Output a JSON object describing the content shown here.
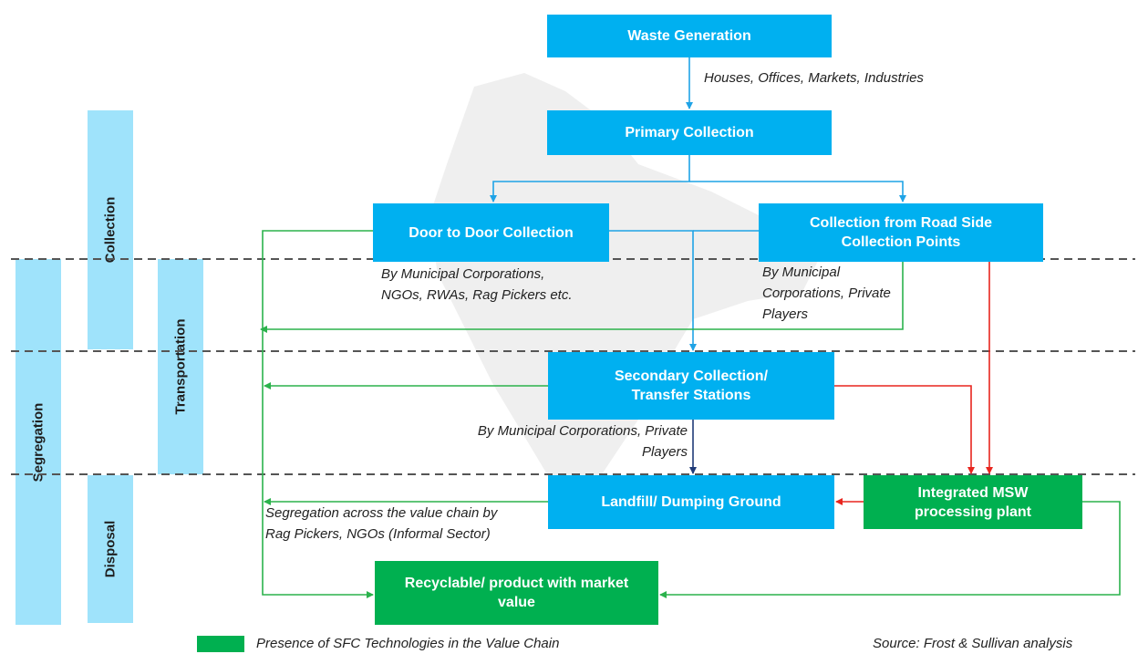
{
  "stages": {
    "collection": "Collection",
    "transportation": "Transportation",
    "segregation": "Segregation",
    "disposal": "Disposal"
  },
  "nodes": {
    "waste_generation": "Waste Generation",
    "primary_collection": "Primary Collection",
    "door_to_door": "Door to Door Collection",
    "road_side": "Collection from Road Side\nCollection Points",
    "secondary": "Secondary Collection/\nTransfer Stations",
    "landfill": "Landfill/ Dumping Ground",
    "msw_plant": "Integrated MSW\nprocessing plant",
    "recyclable": "Recyclable/ product with market\nvalue"
  },
  "notes": {
    "sources": "Houses, Offices, Markets, Industries",
    "door_to_door_by": "By Municipal Corporations,\nNGOs, RWAs, Rag Pickers etc.",
    "road_side_by": "By Municipal\nCorporations, Private\nPlayers",
    "secondary_by": "By Municipal Corporations, Private\nPlayers",
    "segregation_note": "Segregation across the value chain by\nRag Pickers, NGOs (Informal Sector)"
  },
  "legend": {
    "label": "Presence of SFC Technologies in the Value Chain",
    "color": "#00b050"
  },
  "source": "Source: Frost & Sullivan analysis",
  "colors": {
    "node_blue": "#00b0f0",
    "node_green": "#00b050",
    "stage_band": "#9fe3fb",
    "arrow_blue": "#1fa3e6",
    "arrow_green": "#2bb24c",
    "arrow_red": "#e8251e",
    "arrow_navy": "#1f3a78"
  }
}
